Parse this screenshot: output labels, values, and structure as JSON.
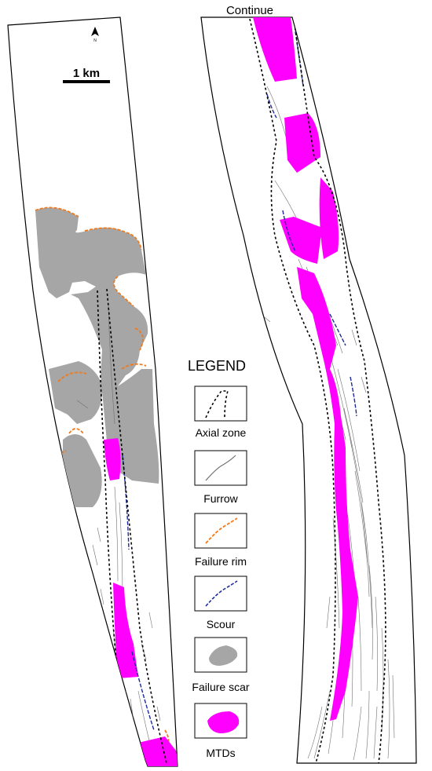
{
  "map": {
    "continue_label": "Continue",
    "scale_label": "1 km",
    "north_label": "N"
  },
  "legend": {
    "title": "LEGEND",
    "items": [
      {
        "label": "Axial zone",
        "icon": "axial-zone-icon"
      },
      {
        "label": "Furrow",
        "icon": "furrow-icon"
      },
      {
        "label": "Failure rim",
        "icon": "failure-rim-icon"
      },
      {
        "label": "Scour",
        "icon": "scour-icon"
      },
      {
        "label": "Failure scar",
        "icon": "failure-scar-icon"
      },
      {
        "label": "MTDs",
        "icon": "mtd-icon"
      }
    ]
  },
  "colors": {
    "mtd": "#ff00ff",
    "failure_scar": "#a6a6a6",
    "failure_rim": "#f07a1c",
    "scour": "#1b2a9a",
    "furrow": "#707070",
    "axial_zone": "#000000"
  }
}
